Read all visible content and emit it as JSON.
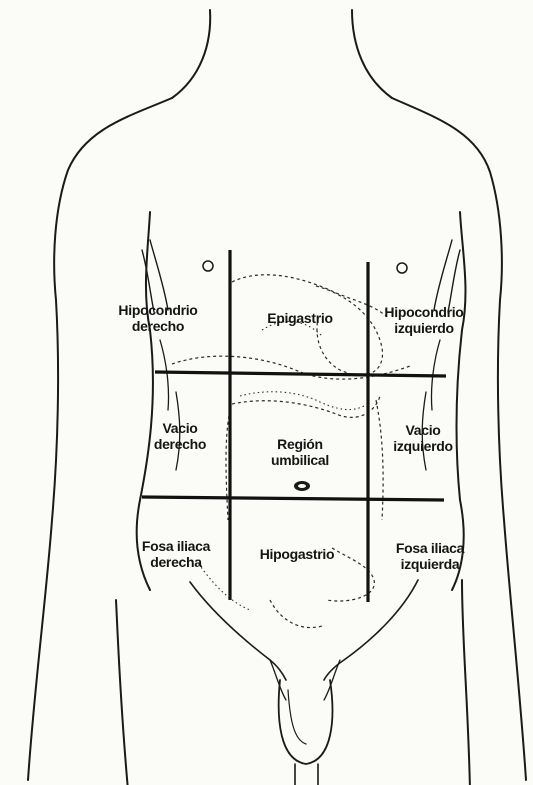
{
  "regions": {
    "hipocondrio_derecho": {
      "line1": "Hipocondrio",
      "line2": "derecho"
    },
    "epigastrio": {
      "line1": "Epigastrio"
    },
    "hipocondrio_izquierdo": {
      "line1": "Hipocondrio",
      "line2": "izquierdo"
    },
    "vacio_derecho": {
      "line1": "Vacio",
      "line2": "derecho"
    },
    "region_umbilical": {
      "line1": "Región",
      "line2": "umbilical"
    },
    "vacio_izquierdo": {
      "line1": "Vacio",
      "line2": "izquierdo"
    },
    "fosa_iliaca_derecha": {
      "line1": "Fosa iliaca",
      "line2": "derecha"
    },
    "hipogastrio": {
      "line1": "Hipogastrio"
    },
    "fosa_iliaca_izquierda": {
      "line1": "Fosa iliaca",
      "line2": "izquierda"
    }
  }
}
